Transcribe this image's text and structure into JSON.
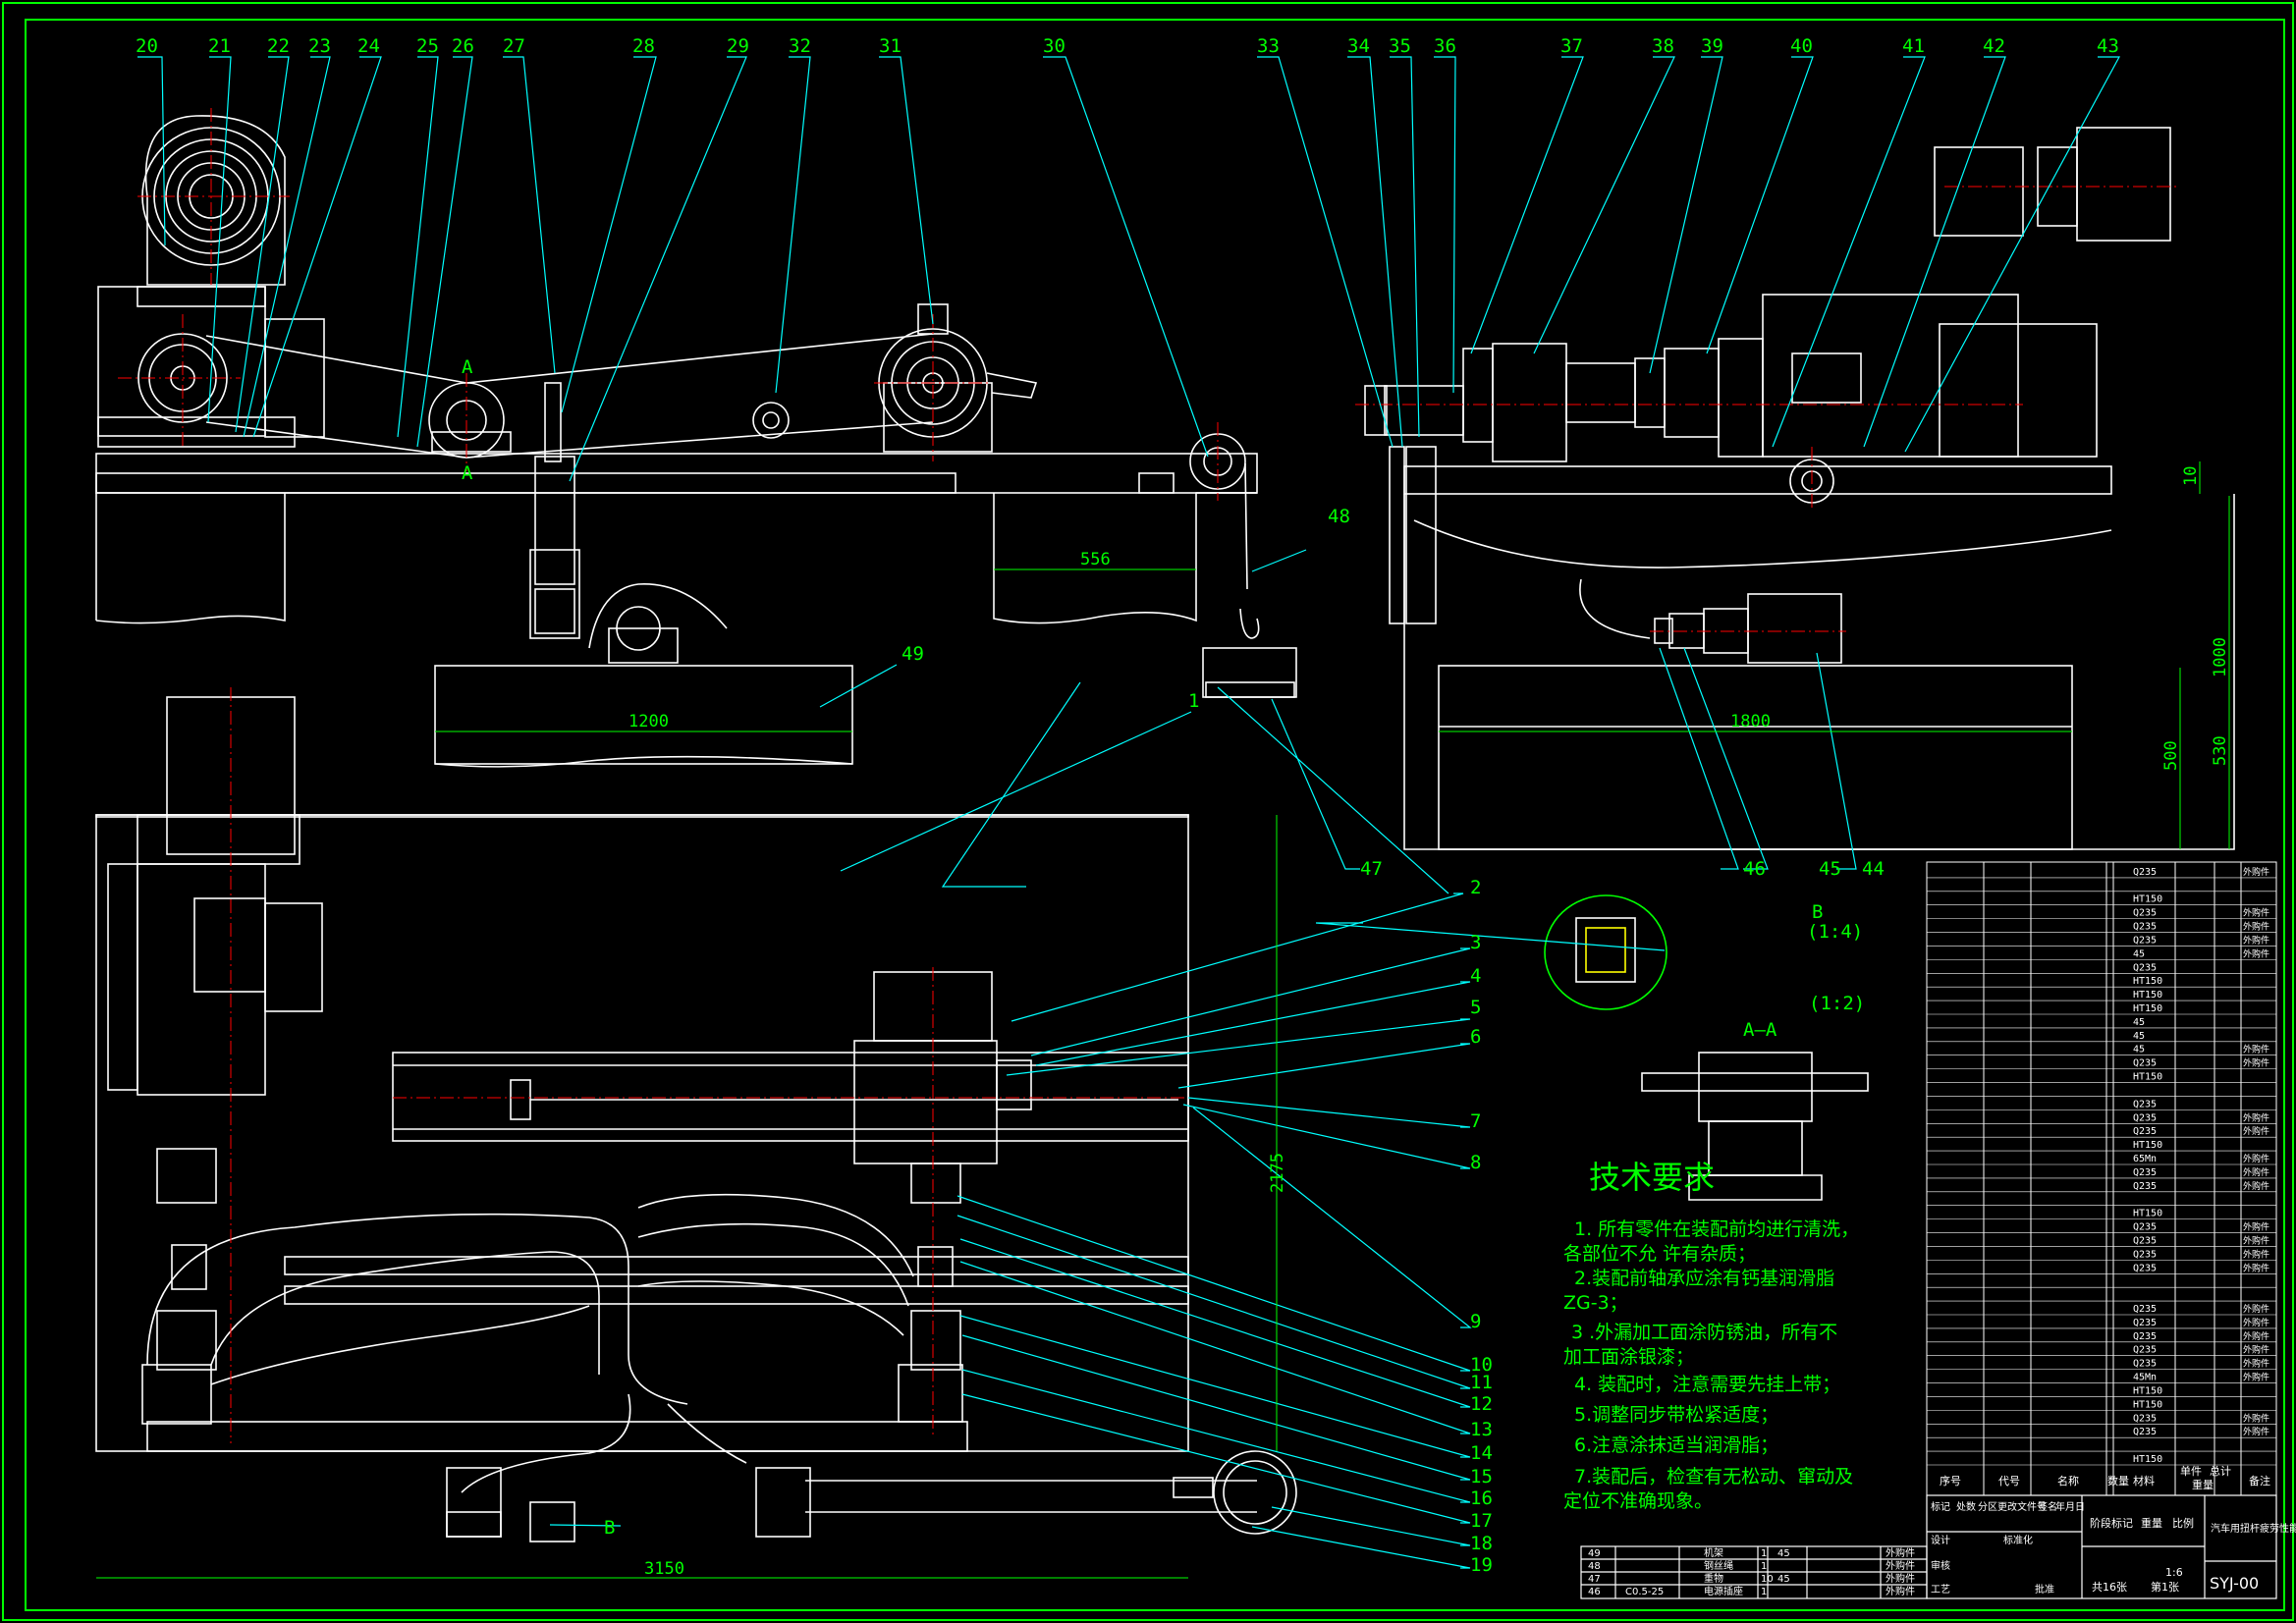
{
  "colors": {
    "background": "#000000",
    "frame": "#00ff00",
    "geometry": "#ffffff",
    "leader": "#00ffff",
    "centerline": "#ff0000",
    "dimension": "#00ff00",
    "text": "#00ff00",
    "part_label": "#ffff00"
  },
  "callouts": {
    "top_left": [
      "20",
      "21",
      "22",
      "23",
      "24",
      "25",
      "26",
      "27",
      "28",
      "29",
      "32",
      "31",
      "30"
    ],
    "top_right": [
      "33",
      "34",
      "35",
      "36",
      "37",
      "38",
      "39",
      "40",
      "41",
      "42",
      "43"
    ],
    "right_side": [
      "48",
      "47",
      "46",
      "45",
      "44"
    ],
    "plan_view_right": [
      "2",
      "3",
      "4",
      "5",
      "6",
      "7",
      "8",
      "9",
      "10",
      "11",
      "12",
      "13",
      "14",
      "15",
      "16",
      "17",
      "18",
      "19"
    ],
    "plan_view_misc": [
      "1",
      "49",
      "B"
    ]
  },
  "dimensions": {
    "d556": "556",
    "d1200": "1200",
    "d1800": "1800",
    "d1000": "1000",
    "d500": "500",
    "d530": "530",
    "d3150": "3150",
    "d2175": "2175",
    "d10": "10"
  },
  "section_marks": {
    "a_top": "A",
    "a_bottom": "A",
    "aa_title": "A—A",
    "aa_scale": "(1:2)",
    "b_title": "B",
    "b_scale": "(1:4)"
  },
  "technical_requirements": {
    "title": "技术要求",
    "lines": [
      "1. 所有零件在装配前均进行清洗，",
      "各部位不允    许有杂质；",
      "2.装配前轴承应涂有钙基润滑脂",
      "ZG-3；",
      "3 .外漏加工面涂防锈油，所有不",
      "加工面涂银漆；",
      "4. 装配时，注意需要先挂上带；",
      "5.调整同步带松紧适度；",
      "6.注意涂抹适当润滑脂；",
      "7.装配后，检查有无松动、窜动及",
      "定位不准确现象。"
    ]
  },
  "parts_list": {
    "materials": [
      "Q235",
      "",
      "HT150",
      "Q235",
      "Q235",
      "Q235",
      "45",
      "Q235",
      "HT150",
      "HT150",
      "HT150",
      "45",
      "45",
      "45",
      "Q235",
      "HT150",
      "",
      "Q235",
      "Q235",
      "Q235",
      "HT150",
      "65Mn",
      "Q235",
      "Q235",
      "",
      "HT150",
      "Q235",
      "Q235",
      "Q235",
      "Q235",
      "",
      "",
      "Q235",
      "Q235",
      "Q235",
      "Q235",
      "Q235",
      "45Mn",
      "HT150",
      "HT150",
      "Q235",
      "Q235",
      "",
      "HT150"
    ],
    "notes": [
      "外购件",
      "",
      "",
      "外购件",
      "外购件",
      "外购件",
      "外购件",
      "",
      "",
      "",
      "",
      "",
      "",
      "外购件",
      "外购件",
      "",
      "",
      "",
      "外购件",
      "外购件",
      "",
      "外购件",
      "外购件",
      "外购件",
      "",
      "",
      "外购件",
      "外购件",
      "外购件",
      "外购件",
      "",
      "",
      "外购件",
      "外购件",
      "外购件",
      "外购件",
      "外购件",
      "外购件",
      "",
      "",
      "外购件",
      "外购件",
      "",
      ""
    ],
    "header": [
      "序号",
      "代号",
      "名称",
      "数量",
      "材料",
      "单件",
      "总计",
      "备注"
    ],
    "weight_header": "重量"
  },
  "title_block": {
    "drawing_number": "SYJ-00",
    "product_name": "汽车用扭杆疲劳性能试验机",
    "scale": "1:6",
    "sheet_total": "共16张",
    "sheet_no": "第1张",
    "rows": [
      "标记",
      "处数",
      "分区",
      "更改文件号",
      "签名",
      "年月日"
    ],
    "roles": [
      "设计",
      "审核",
      "工艺",
      "批准"
    ],
    "stage_labels": [
      "阶段标记",
      "重量",
      "比例"
    ],
    "standardize": "标准化"
  },
  "small_table": {
    "rows": [
      [
        "49",
        "",
        "机架",
        "1",
        "45",
        ""
      ],
      [
        "48",
        "",
        "钢丝绳",
        "1",
        "",
        ""
      ],
      [
        "47",
        "",
        "重物",
        "10",
        "45",
        ""
      ],
      [
        "46",
        "C0.5-25",
        "电源插座",
        "1",
        "",
        ""
      ]
    ],
    "notes": [
      "外购件",
      "外购件",
      "外购件",
      "外购件",
      "外购件"
    ]
  }
}
